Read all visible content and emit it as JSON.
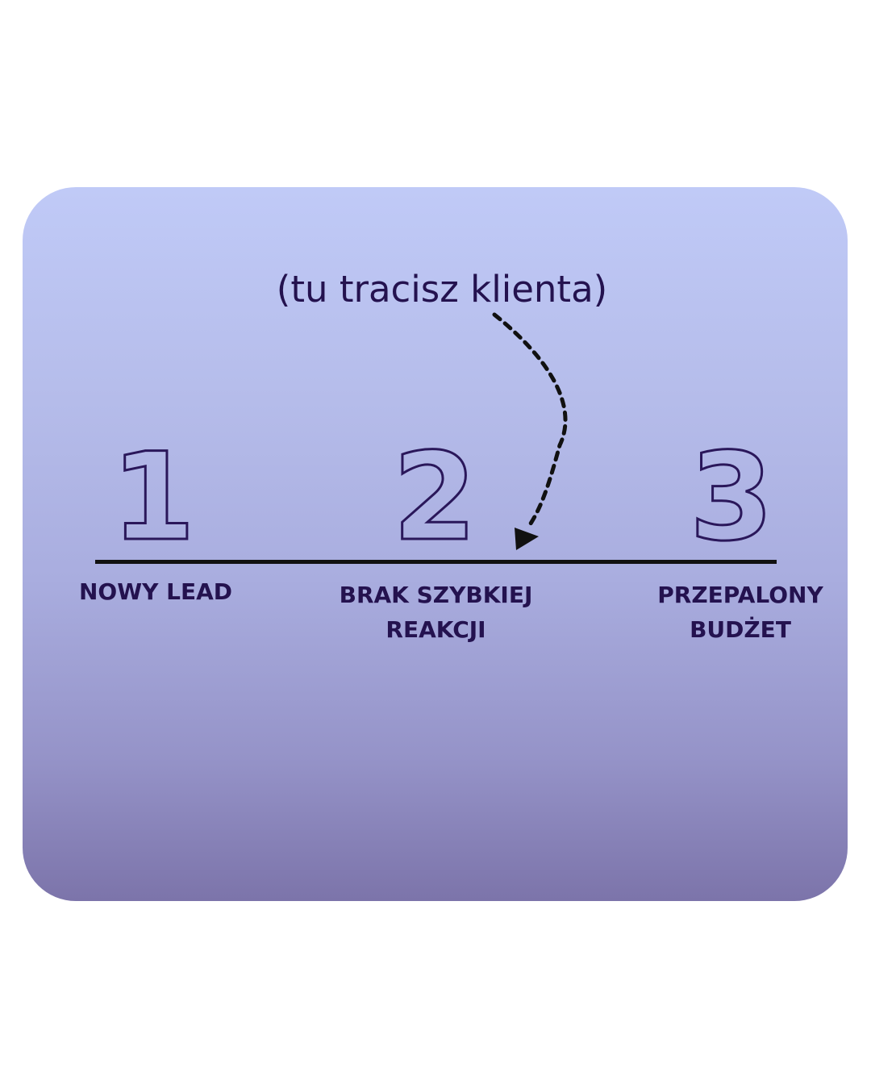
{
  "callout": "(tu tracisz klienta)",
  "steps": [
    {
      "number": "1",
      "label_lines": [
        "NOWY LEAD"
      ]
    },
    {
      "number": "2",
      "label_lines": [
        "BRAK SZYBKIEJ",
        "REAKCJI"
      ]
    },
    {
      "number": "3",
      "label_lines": [
        "PRZEPALONY",
        "BUDŻET"
      ]
    }
  ],
  "colors": {
    "text": "#24124f",
    "line": "#111111",
    "card_top": "#c0caf7",
    "card_bottom": "#7c74aa"
  }
}
